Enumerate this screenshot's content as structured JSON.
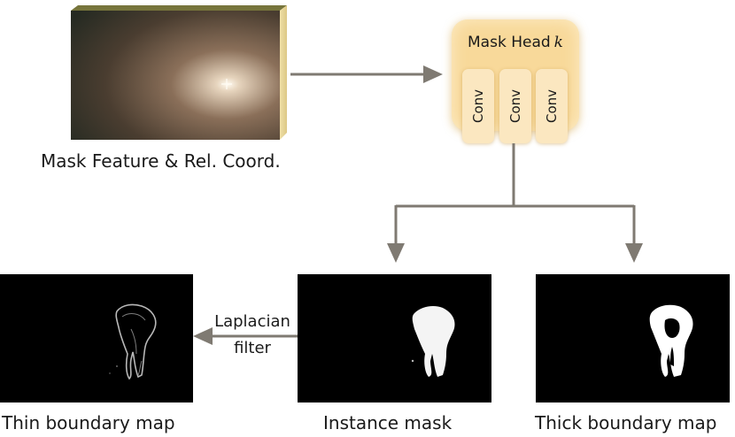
{
  "feature": {
    "caption": "Mask Feature & Rel. Coord."
  },
  "mask_head": {
    "title": "Mask Head",
    "index_symbol": "k",
    "conv_layers": [
      "Conv",
      "Conv",
      "Conv"
    ]
  },
  "filter": {
    "line1": "Laplacian",
    "line2": "filter"
  },
  "outputs": {
    "thin_label": "Thin boundary map",
    "instance_label": "Instance mask",
    "thick_label": "Thick boundary map"
  },
  "colors": {
    "arrow": "#7f7a72",
    "mask_head_fill": "#f8d99a",
    "conv_fill": "#fbe7c0",
    "feature_side": "#e8d79a",
    "feature_top": "#77753c"
  }
}
